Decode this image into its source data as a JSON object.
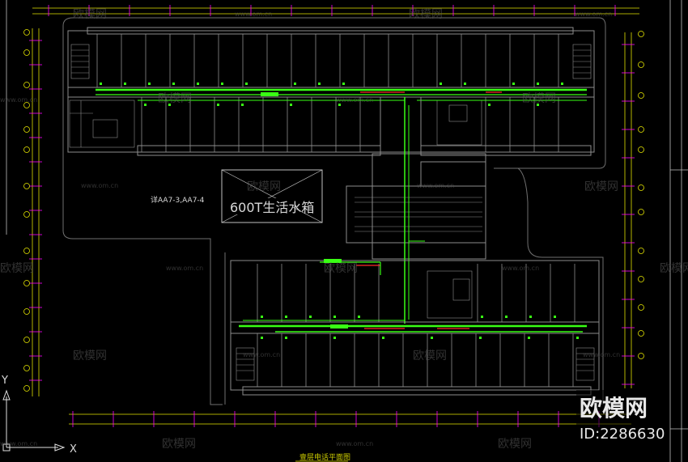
{
  "drawing": {
    "title": "壹层电话平面图",
    "water_tank_label": "600T生活水箱",
    "ref_label": "详AA7-3,AA7-4",
    "axis_x": "X",
    "axis_y": "Y"
  },
  "watermark": {
    "brand": "欧模网",
    "site": "www.om.cn",
    "id_text": "ID:2286630"
  },
  "colors": {
    "background": "#000000",
    "wall": "#8c8c8c",
    "green_cable": "#39ff14",
    "red_cable": "#ff2a2a",
    "yellow_grid": "#e3e300",
    "magenta_dim": "#ff00ff"
  }
}
